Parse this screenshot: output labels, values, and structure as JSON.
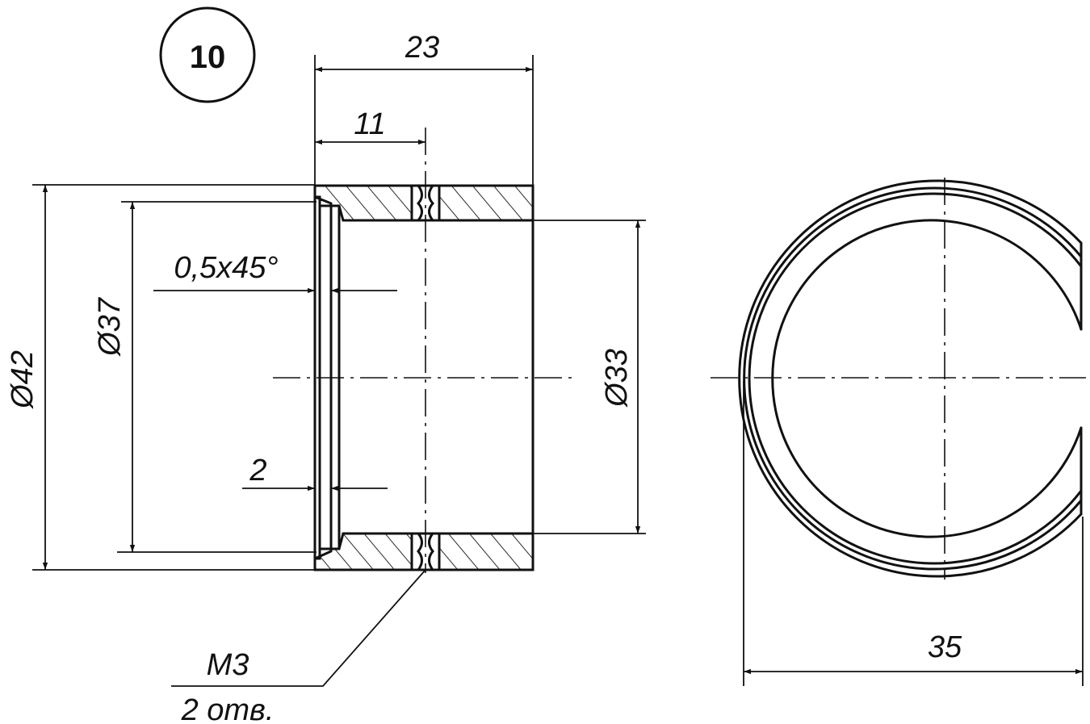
{
  "part_number": "10",
  "dimensions": {
    "overall_length": "23",
    "groove_position": "11",
    "outer_diameter": "Ø42",
    "recess_diameter": "Ø37",
    "bore_diameter": "Ø33",
    "chamfer": "0,5x45°",
    "recess_depth": "2",
    "ring_width": "35"
  },
  "callout": {
    "thread": "M3",
    "holes": "2 отв."
  }
}
